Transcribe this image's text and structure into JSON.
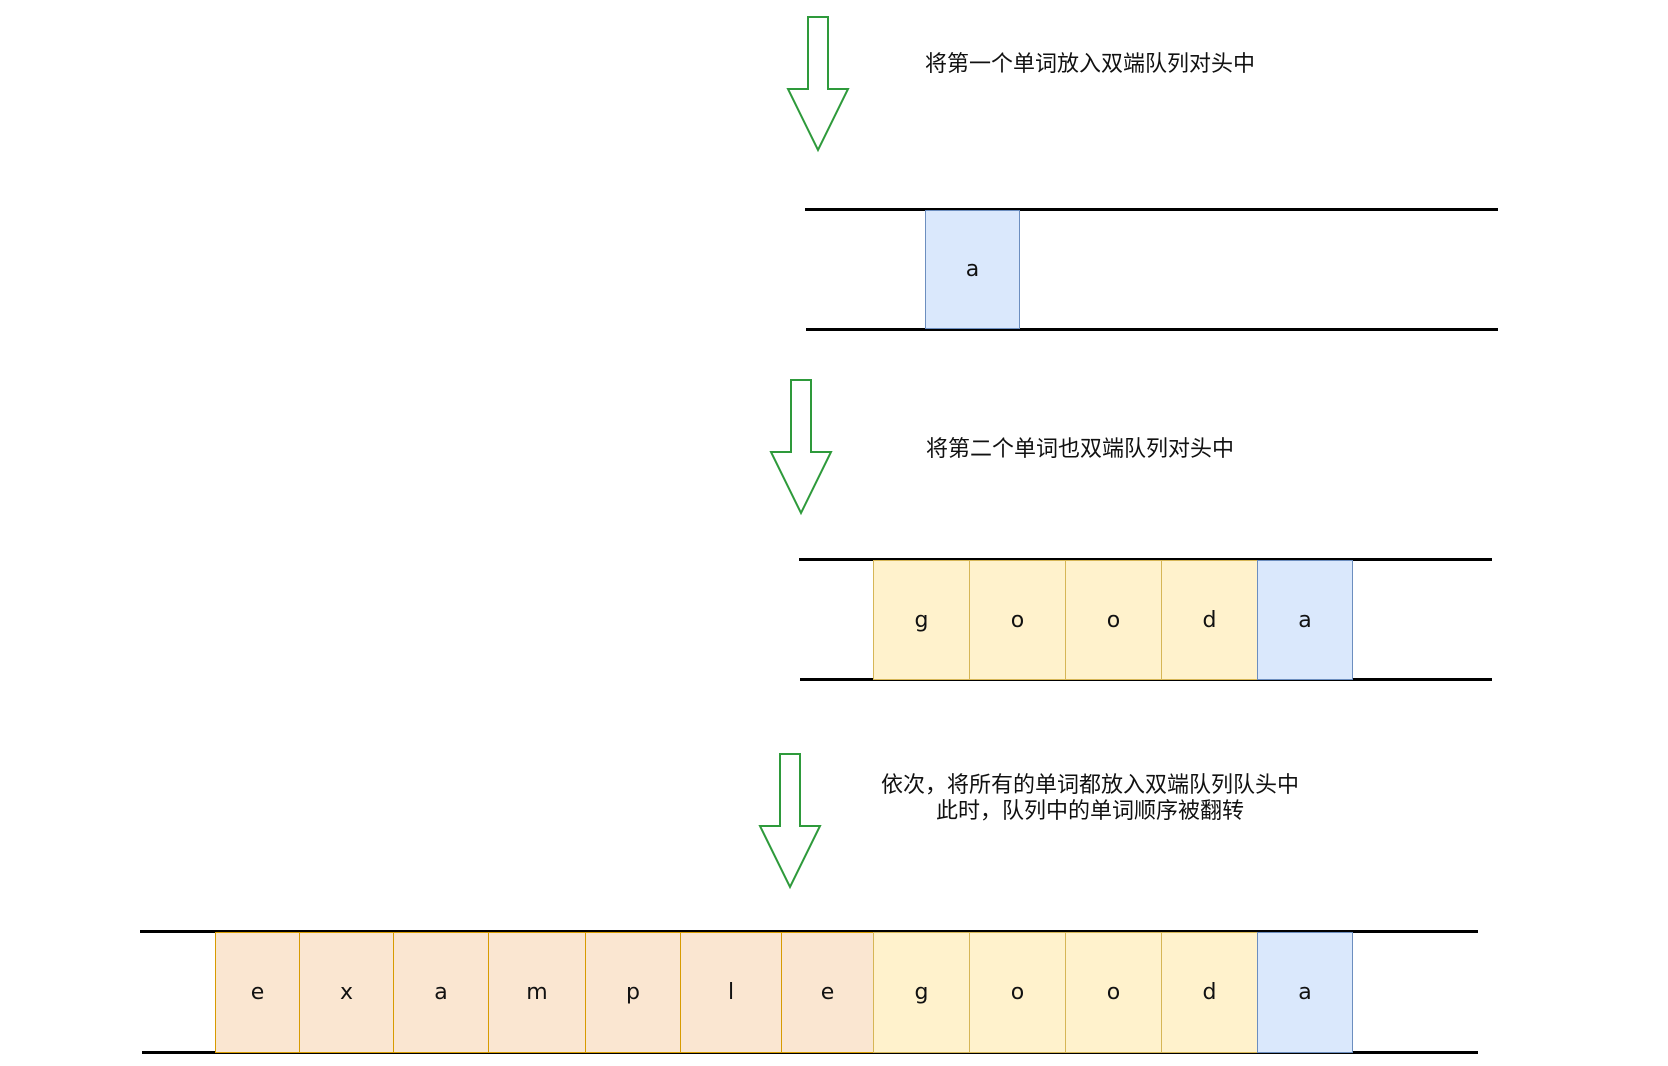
{
  "captions": {
    "step1": "将第一个单词放入双端队列对头中",
    "step2": "将第二个单词也双端队列对头中",
    "step3_line1": "依次，将所有的单词都放入双端队列队头中",
    "step3_line2": "此时，队列中的单词顺序被翻转"
  },
  "colors": {
    "blue_fill": "#dae8fc",
    "blue_border": "#6c8ebf",
    "yellow_fill": "#fff2cc",
    "yellow_border": "#d6b656",
    "orange_fill": "#fae6d1",
    "orange_border": "#d79b00",
    "arrow_stroke": "#2e9a3b",
    "rail": "#000000"
  },
  "icons": {
    "step_arrow": "arrow-down-outline-icon"
  },
  "queues": {
    "queue1": {
      "cells": [
        {
          "letter": "a",
          "color": "blue"
        }
      ]
    },
    "queue2": {
      "cells": [
        {
          "letter": "g",
          "color": "yellow"
        },
        {
          "letter": "o",
          "color": "yellow"
        },
        {
          "letter": "o",
          "color": "yellow"
        },
        {
          "letter": "d",
          "color": "yellow"
        },
        {
          "letter": "a",
          "color": "blue"
        }
      ]
    },
    "queue3": {
      "cells": [
        {
          "letter": "e",
          "color": "orange"
        },
        {
          "letter": "x",
          "color": "orange"
        },
        {
          "letter": "a",
          "color": "orange"
        },
        {
          "letter": "m",
          "color": "orange"
        },
        {
          "letter": "p",
          "color": "orange"
        },
        {
          "letter": "l",
          "color": "orange"
        },
        {
          "letter": "e",
          "color": "orange"
        },
        {
          "letter": "g",
          "color": "yellow"
        },
        {
          "letter": "o",
          "color": "yellow"
        },
        {
          "letter": "o",
          "color": "yellow"
        },
        {
          "letter": "d",
          "color": "yellow"
        },
        {
          "letter": "a",
          "color": "blue"
        }
      ]
    }
  }
}
